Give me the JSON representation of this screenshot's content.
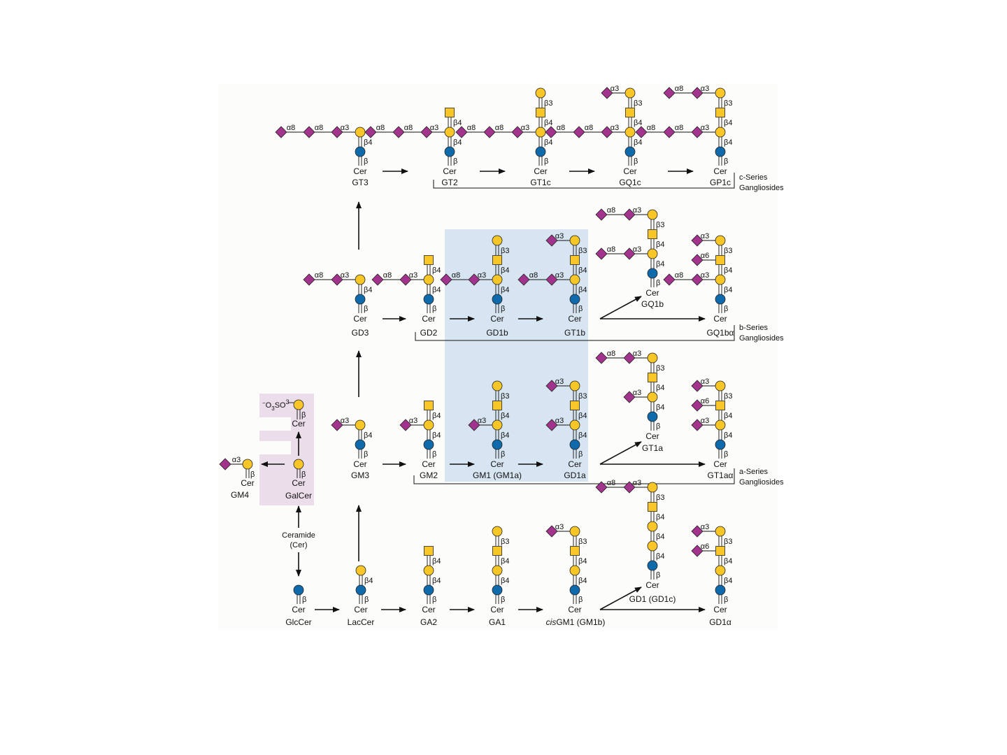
{
  "colors": {
    "background": "#fcfcfa",
    "glc": "#0f6aac",
    "gal": "#f8c727",
    "galnac": "#f8c727",
    "neu5ac": "#a2348e",
    "highlight_blue": "#d6e5f1",
    "highlight_pink": "#ebdde9",
    "line": "#111111"
  },
  "labels": {
    "cer": "Cer",
    "sulfate_prefix": "−O",
    "sulfate_sub": "3",
    "sulfate_mid": "SO",
    "sulfate_link": "3",
    "ceramide_line1": "Ceramide",
    "ceramide_line2": "(Cer)",
    "series_c_1": "c-Series",
    "series_c_2": "Gangliosides",
    "series_b_1": "b-Series",
    "series_b_2": "Gangliosides",
    "series_a_1": "a-Series",
    "series_a_2": "Gangliosides"
  },
  "compounds": {
    "GT3": "GT3",
    "GT2": "GT2",
    "GT1c": "GT1c",
    "GQ1c": "GQ1c",
    "GP1c": "GP1c",
    "GD3": "GD3",
    "GD2": "GD2",
    "GD1b": "GD1b",
    "GT1b": "GT1b",
    "GQ1b": "GQ1b",
    "GQ1ba": "GQ1bα",
    "GM3": "GM3",
    "GM2": "GM2",
    "GM1": "GM1 (GM1a)",
    "GD1a": "GD1a",
    "GT1a": "GT1a",
    "GT1aa": "GT1aα",
    "GlcCer": "GlcCer",
    "LacCer": "LacCer",
    "GA2": "GA2",
    "GA1": "GA1",
    "cisGM1_it": "cis",
    "cisGM1_rest": "GM1 (GM1b)",
    "GD1": "GD1 (GD1c)",
    "GD1a_alpha": "GD1α",
    "GM4": "GM4",
    "GalCer": "GalCer"
  },
  "icons": [
    "glucose-circle-icon",
    "galactose-circle-icon",
    "galnac-square-icon",
    "sialic-acid-diamond-icon",
    "arrow-icon"
  ]
}
